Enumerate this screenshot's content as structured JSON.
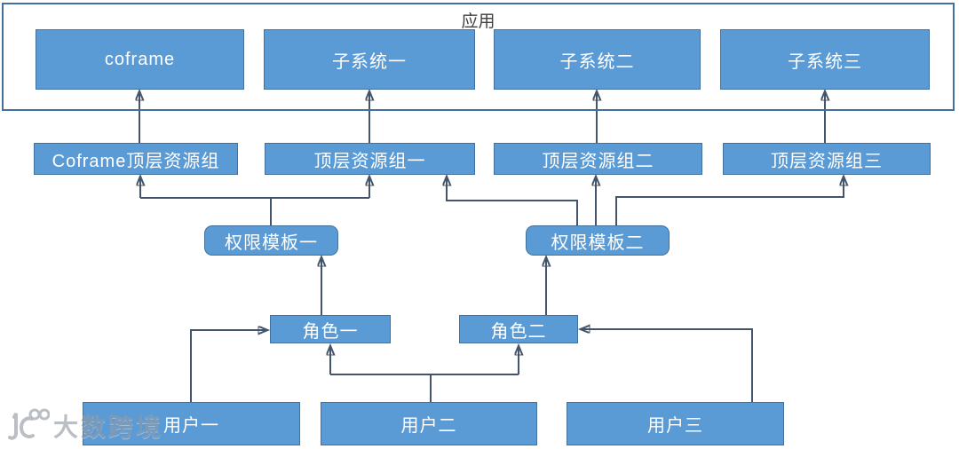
{
  "colors": {
    "box_fill": "#5B9BD5",
    "box_border": "#41719C",
    "container_border": "#41719C",
    "connector": "#44546A",
    "box_text": "#FFFFFF",
    "app_label_color": "#404040",
    "watermark_color": "#9199A3"
  },
  "diagram": {
    "container_label": "应用",
    "rows": {
      "apps": [
        {
          "label": "coframe"
        },
        {
          "label": "子系统一"
        },
        {
          "label": "子系统二"
        },
        {
          "label": "子系统三"
        }
      ],
      "resource_groups": [
        {
          "label": "Coframe顶层资源组"
        },
        {
          "label": "顶层资源组一"
        },
        {
          "label": "顶层资源组二"
        },
        {
          "label": "顶层资源组三"
        }
      ],
      "permission_templates": [
        {
          "label": "权限模板一"
        },
        {
          "label": "权限模板二"
        }
      ],
      "roles": [
        {
          "label": "角色一"
        },
        {
          "label": "角色二"
        }
      ],
      "users": [
        {
          "label": "用户一"
        },
        {
          "label": "用户二"
        },
        {
          "label": "用户三"
        }
      ]
    },
    "edges": [
      {
        "from": "Coframe顶层资源组",
        "to": "coframe"
      },
      {
        "from": "顶层资源组一",
        "to": "子系统一"
      },
      {
        "from": "顶层资源组二",
        "to": "子系统二"
      },
      {
        "from": "顶层资源组三",
        "to": "子系统三"
      },
      {
        "from": "权限模板一",
        "to": "Coframe顶层资源组"
      },
      {
        "from": "权限模板一",
        "to": "顶层资源组一"
      },
      {
        "from": "权限模板二",
        "to": "顶层资源组一"
      },
      {
        "from": "权限模板二",
        "to": "顶层资源组二"
      },
      {
        "from": "权限模板二",
        "to": "顶层资源组三"
      },
      {
        "from": "角色一",
        "to": "权限模板一"
      },
      {
        "from": "角色二",
        "to": "权限模板二"
      },
      {
        "from": "用户一",
        "to": "角色一"
      },
      {
        "from": "用户二",
        "to": "角色一"
      },
      {
        "from": "用户二",
        "to": "角色二"
      },
      {
        "from": "用户三",
        "to": "角色二"
      }
    ]
  },
  "watermark": {
    "text": "大数跨境"
  }
}
